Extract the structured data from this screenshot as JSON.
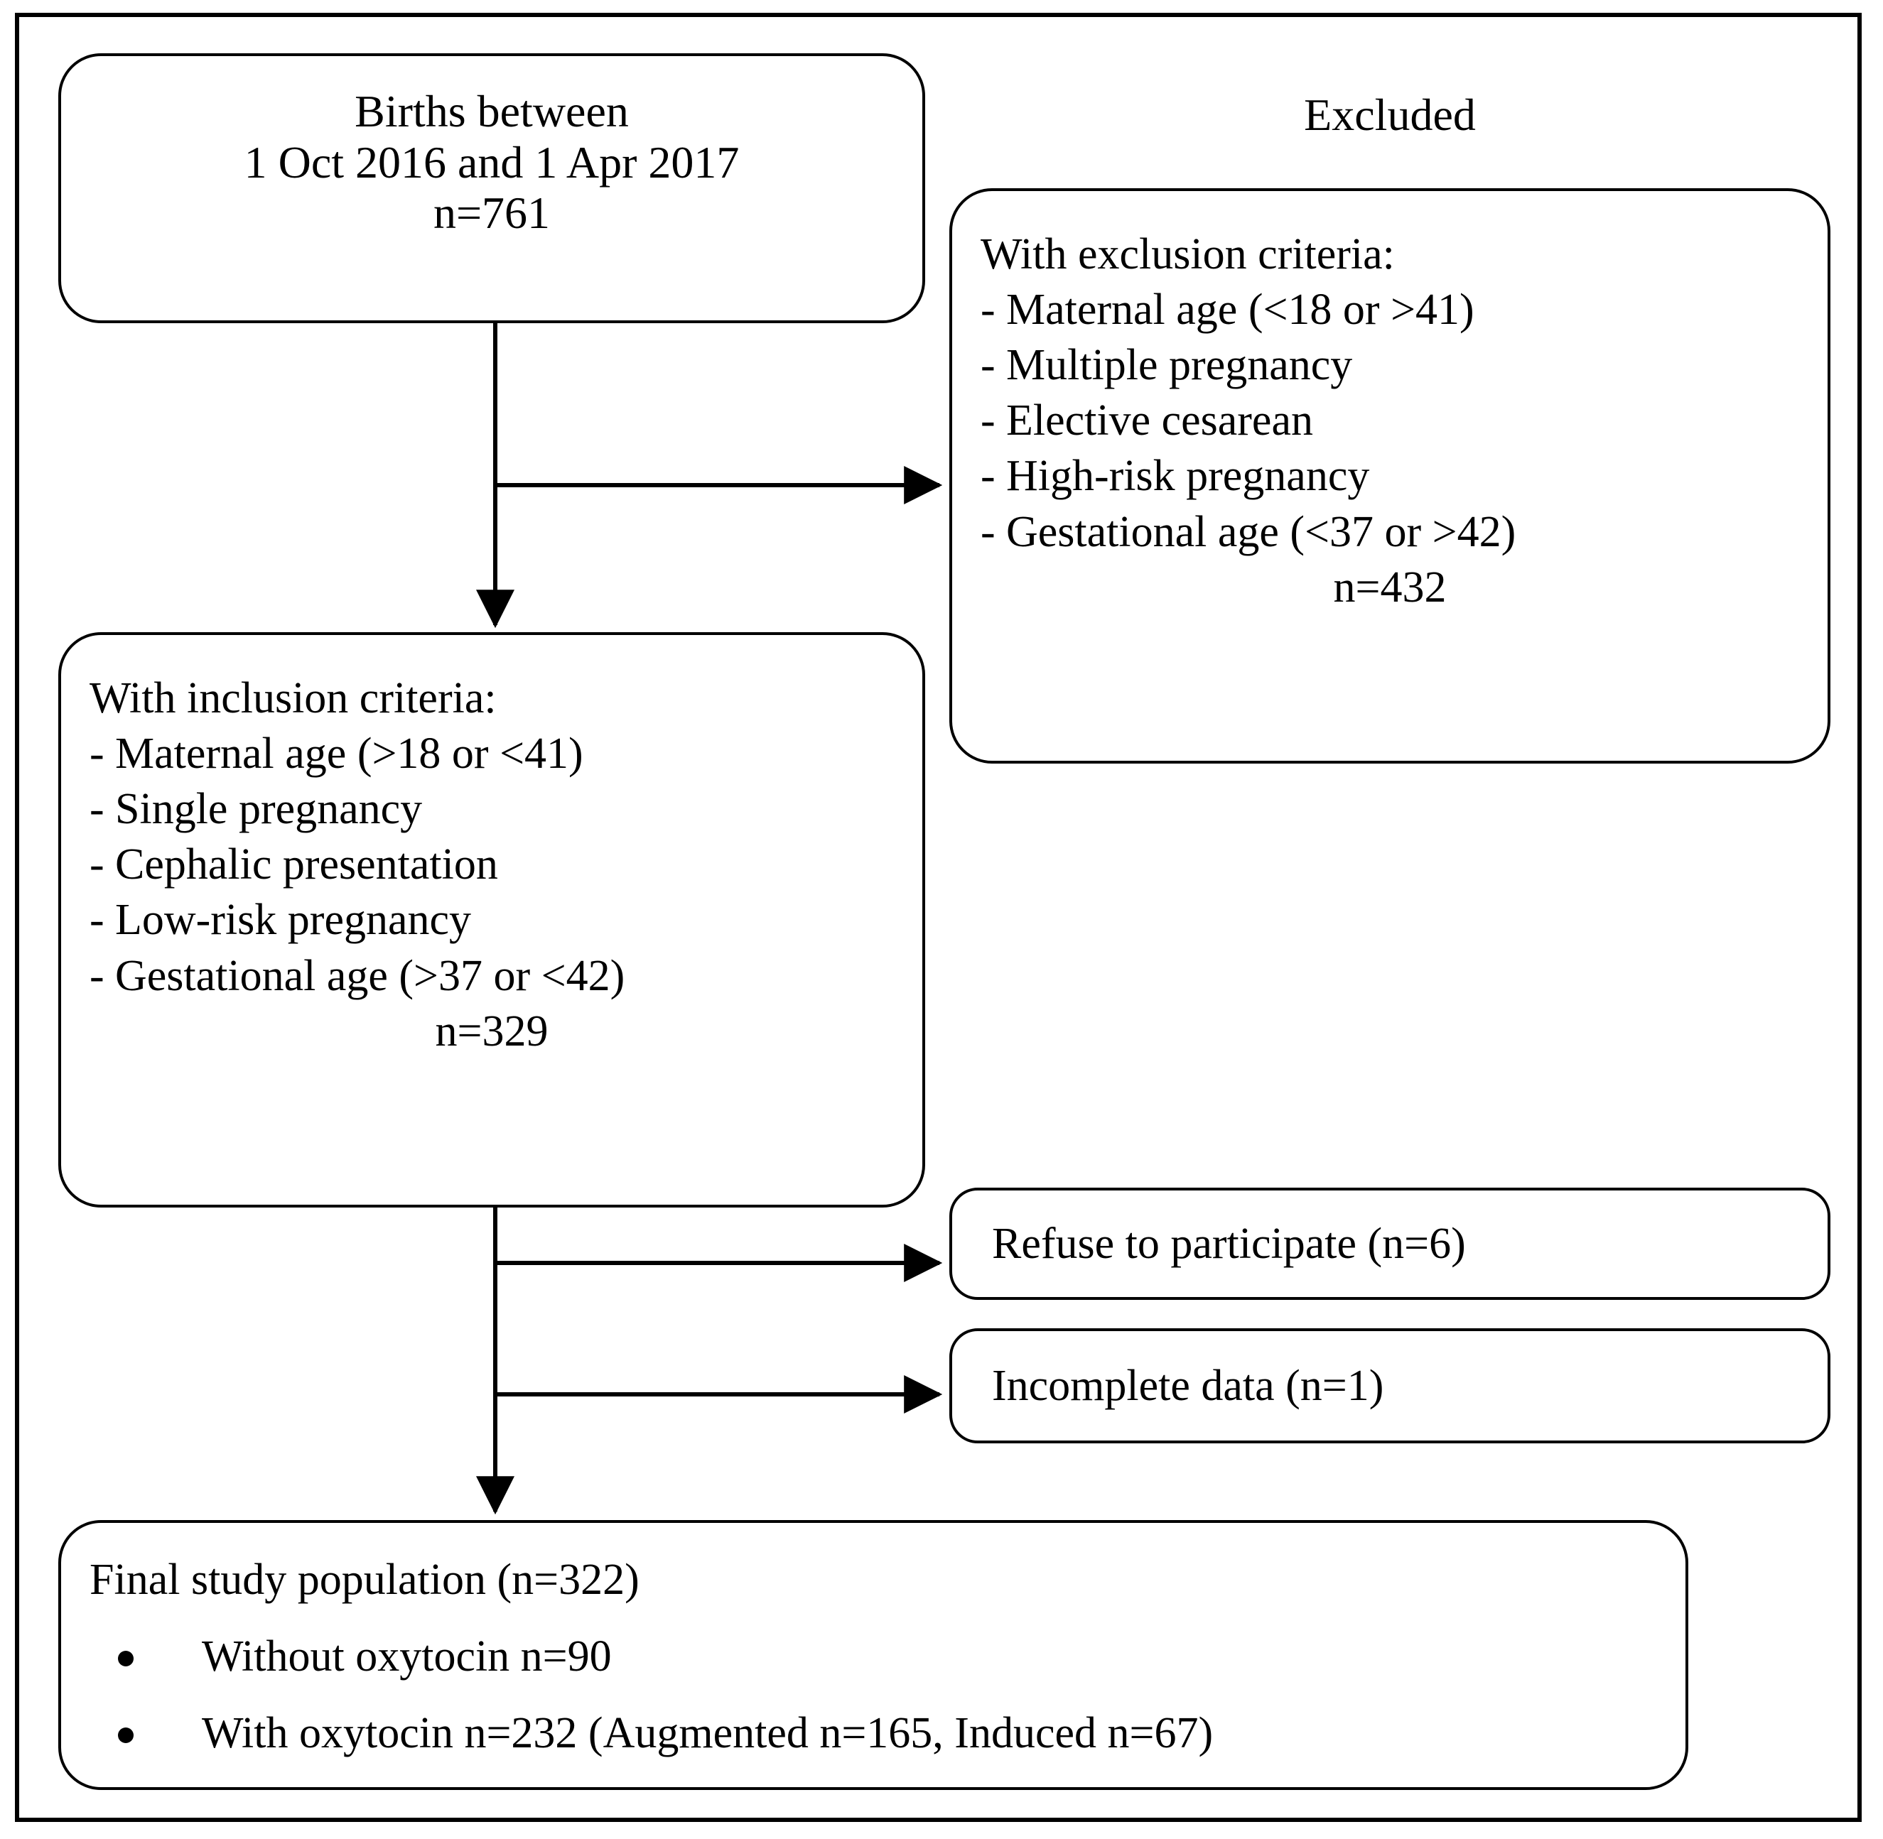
{
  "diagram": {
    "title_label_excluded": "Excluded",
    "boxes": {
      "births": {
        "line1": "Births between",
        "line2": "1 Oct 2016 and 1 Apr 2017",
        "line3": "n=761"
      },
      "exclusion": {
        "heading": "With exclusion criteria:",
        "items": [
          "Maternal age (<18 or >41)",
          "Multiple pregnancy",
          "Elective cesarean",
          "High-risk pregnancy",
          "Gestational age (<37 or >42)"
        ],
        "count": "n=432"
      },
      "inclusion": {
        "heading": "With inclusion criteria:",
        "items": [
          "Maternal age (>18 or <41)",
          "Single pregnancy",
          "Cephalic presentation",
          "Low-risk pregnancy",
          "Gestational age (>37 or <42)"
        ],
        "count": "n=329"
      },
      "refused": {
        "text": "Refuse to participate (n=6)"
      },
      "incomplete": {
        "text": "Incomplete data (n=1)"
      },
      "final": {
        "title": "Final study population (n=322)",
        "items": [
          "Without oxytocin n=90",
          "With oxytocin n=232 (Augmented n=165, Induced n=67)"
        ]
      }
    },
    "bullet_dash": "-",
    "colors": {
      "stroke": "#000000",
      "background": "#ffffff",
      "text": "#000000"
    }
  },
  "chart_data": {
    "type": "flowchart",
    "title": "Study participant flow diagram",
    "nodes": [
      {
        "id": "births",
        "label": "Births between 1 Oct 2016 and 1 Apr 2017",
        "n": 761
      },
      {
        "id": "exclusion",
        "label": "With exclusion criteria",
        "n": 432
      },
      {
        "id": "inclusion",
        "label": "With inclusion criteria",
        "n": 329
      },
      {
        "id": "refused",
        "label": "Refuse to participate",
        "n": 6
      },
      {
        "id": "incomplete",
        "label": "Incomplete data",
        "n": 1
      },
      {
        "id": "final",
        "label": "Final study population",
        "n": 322
      }
    ],
    "subgroups": [
      {
        "parent": "final",
        "label": "Without oxytocin",
        "n": 90
      },
      {
        "parent": "final",
        "label": "With oxytocin",
        "n": 232
      },
      {
        "parent": "final",
        "label": "Augmented",
        "n": 165
      },
      {
        "parent": "final",
        "label": "Induced",
        "n": 67
      }
    ],
    "edges": [
      {
        "from": "births",
        "to": "exclusion"
      },
      {
        "from": "births",
        "to": "inclusion"
      },
      {
        "from": "inclusion",
        "to": "refused"
      },
      {
        "from": "inclusion",
        "to": "incomplete"
      },
      {
        "from": "inclusion",
        "to": "final"
      }
    ]
  }
}
